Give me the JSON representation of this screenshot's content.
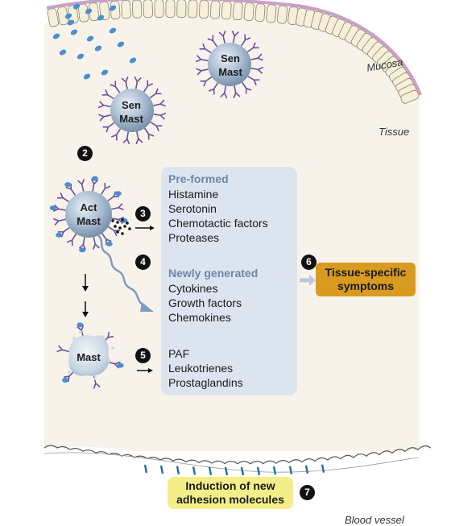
{
  "labels": {
    "mucosa": "Mucosa",
    "tissue": "Tissue",
    "blood_vessel": "Blood vessel"
  },
  "cells": {
    "sensitized_1": {
      "line1": "Sen",
      "line2": "Mast"
    },
    "sensitized_2": {
      "line1": "Sen",
      "line2": "Mast"
    },
    "activated": {
      "line1": "Act",
      "line2": "Mast"
    },
    "degranulated": {
      "label": "Mast"
    }
  },
  "steps": [
    "2",
    "3",
    "4",
    "5",
    "6",
    "7"
  ],
  "mediators": {
    "preformed": {
      "heading": "Pre-formed",
      "items": [
        "Histamine",
        "Serotonin",
        "Chemotactic factors",
        "Proteases"
      ]
    },
    "newly_generated": {
      "heading": "Newly generated",
      "items": [
        "Cytokines",
        "Growth factors",
        "Chemokines"
      ]
    },
    "lipid": {
      "items": [
        "PAF",
        "Leukotrienes",
        "Prostaglandins"
      ]
    }
  },
  "outcome": {
    "line1": "Tissue-specific",
    "line2": "symptoms"
  },
  "induction": {
    "line1": "Induction of new",
    "line2": "adhesion molecules"
  },
  "colors": {
    "tissue_bg": "#f8f3ea",
    "mediator_box": "#dce5ef",
    "outcome_box": "#d89a1f",
    "induction_box": "#f4ee8a",
    "mucosa_line": "#c9a0c8",
    "antibody": "#6b4fa0",
    "allergen": "#4a8fd0",
    "mast_cell": "#8fa7bf"
  }
}
